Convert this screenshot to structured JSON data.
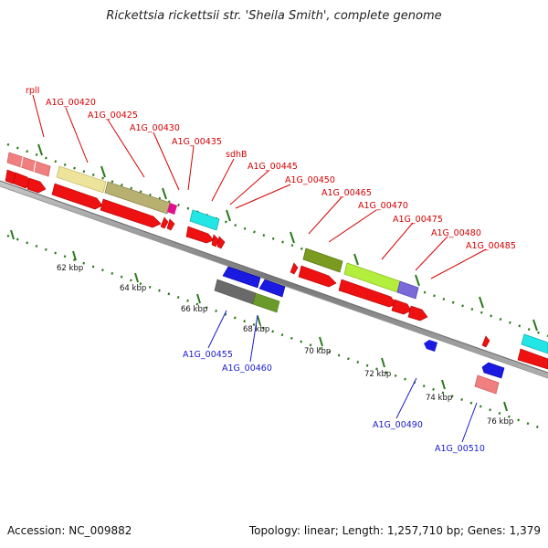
{
  "title": "Rickettsia rickettsii str. 'Sheila Smith', complete genome",
  "footer": {
    "accession": "Accession: NC_009882",
    "topology": "Topology: linear; Length: 1,257,710 bp; Genes: 1,379"
  },
  "tick_labels": [
    "62 kbp",
    "64 kbp",
    "66 kbp",
    "68 kbp",
    "70 kbp",
    "72 kbp",
    "74 kbp",
    "76 kbp"
  ],
  "top_labels": [
    "rplI",
    "A1G_00420",
    "A1G_00425",
    "A1G_00430",
    "A1G_00435",
    "sdhB",
    "A1G_00445",
    "A1G_00450",
    "A1G_00465",
    "A1G_00470",
    "A1G_00475",
    "A1G_00480",
    "A1G_00485"
  ],
  "bottom_labels": [
    "A1G_00455",
    "A1G_00460",
    "A1G_00490",
    "A1G_00510"
  ],
  "colors": {
    "red_label": "#d40000",
    "blue_label": "#1a1acc",
    "tick_green": "#2a7a1a",
    "backbone": "#888888"
  }
}
